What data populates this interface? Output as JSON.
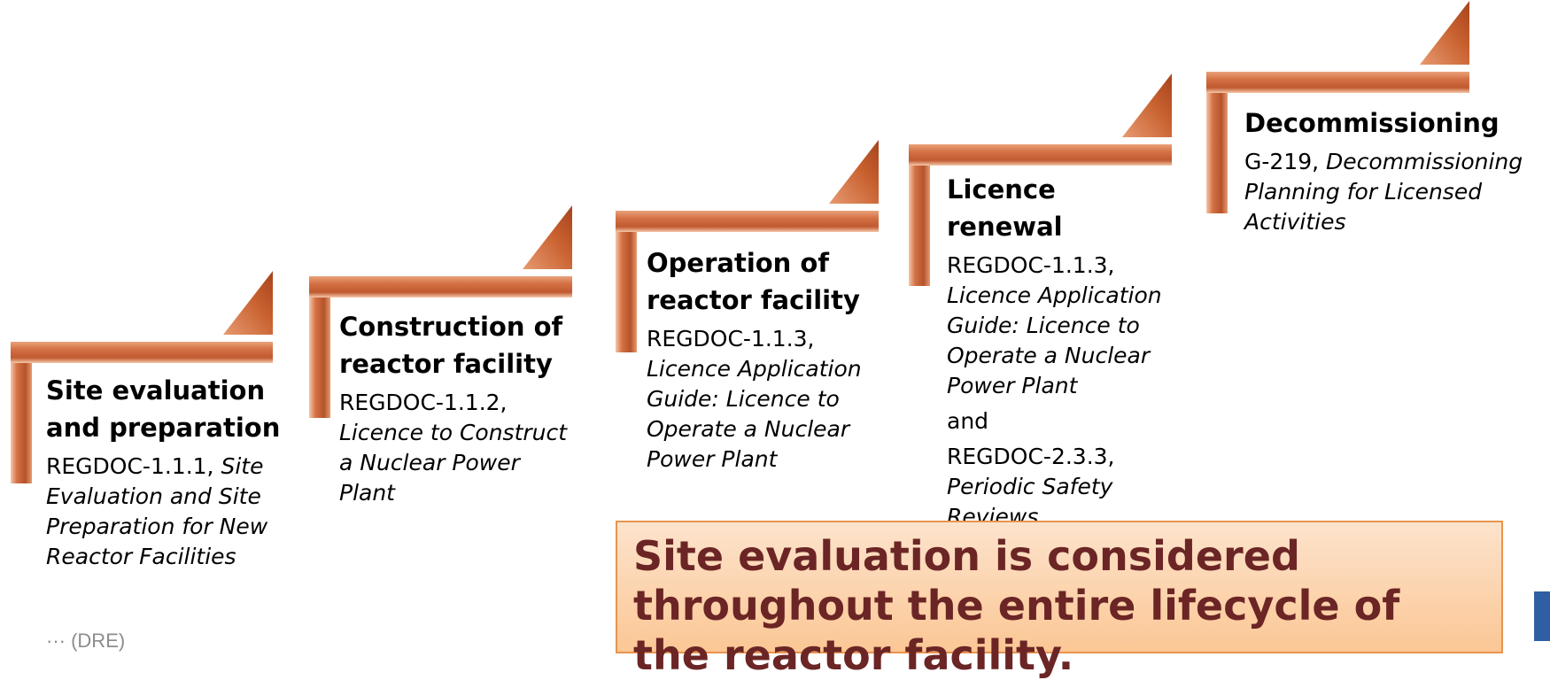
{
  "steps": [
    {
      "title": "Site evaluation and preparation",
      "ref": "REGDOC-1.1.1,",
      "doc": "Site Evaluation and Site Preparation for New Reactor Facilities"
    },
    {
      "title": "Construction of reactor facility",
      "ref": "REGDOC-1.1.2,",
      "doc": "Licence to Construct a Nuclear Power Plant"
    },
    {
      "title": "Operation of reactor facility",
      "ref": "REGDOC-1.1.3,",
      "doc": "Licence Application Guide: Licence to Operate a Nuclear Power Plant"
    },
    {
      "title": "Licence renewal",
      "ref": "REGDOC-1.1.3,",
      "doc": "Licence Application Guide: Licence to Operate a Nuclear Power Plant",
      "connector": "and",
      "ref2": "REGDOC-2.3.3,",
      "doc2": "Periodic Safety Reviews"
    },
    {
      "title": "Decommissioning",
      "ref": "G-219,",
      "doc": "Decommissioning Planning for Licensed Activities"
    }
  ],
  "callout": "Site evaluation is considered throughout the entire lifecycle of the reactor facility.",
  "footer_note": "··· (DRE)",
  "colors": {
    "step_light": "#f2b08a",
    "step_mid": "#d9764a",
    "step_dark": "#a1441f",
    "callout_text": "#6b2525",
    "callout_border": "#e8944e",
    "accent": "#2f5fa3"
  }
}
